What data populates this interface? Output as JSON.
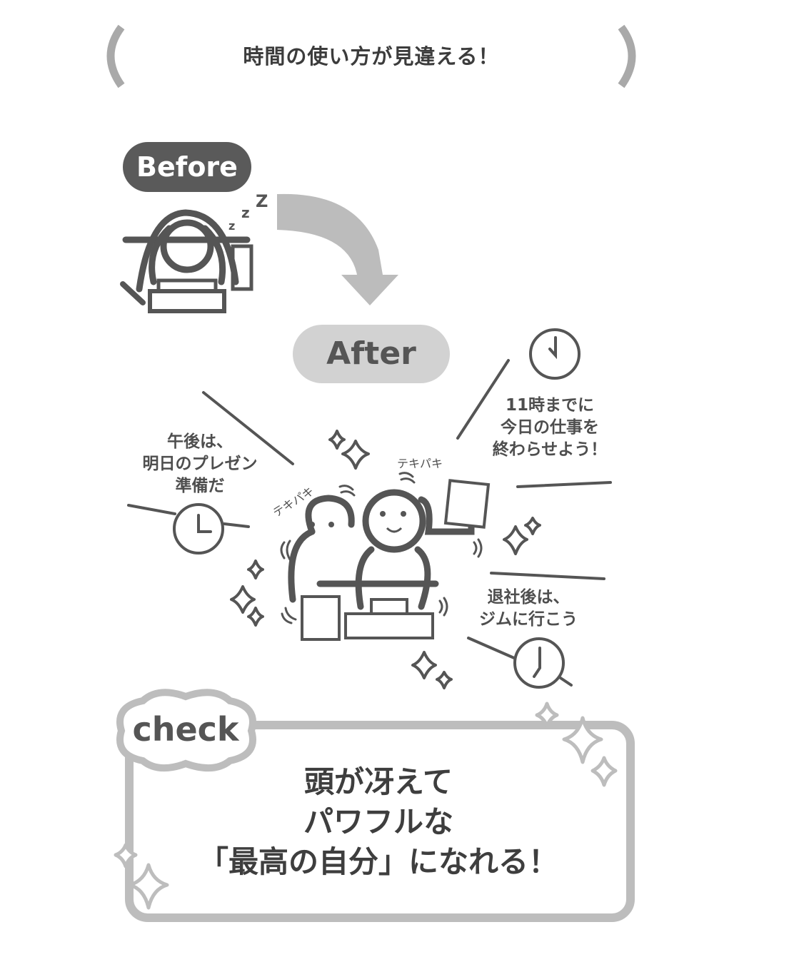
{
  "heading": {
    "text": "時間の使い方が見違える！"
  },
  "before": {
    "label": "Before",
    "sleep_marks": [
      "z",
      "z",
      "Z"
    ]
  },
  "after": {
    "label": "After"
  },
  "notes": {
    "morning": {
      "lines": [
        "11時までに",
        "今日の仕事を",
        "終わらせよう！"
      ],
      "clock_time": "11:00"
    },
    "afternoon": {
      "lines": [
        "午後は、",
        "明日のプレゼン",
        "準備だ"
      ],
      "clock_time": "3:00"
    },
    "evening": {
      "lines": [
        "退社後は、",
        "ジムに行こう"
      ],
      "clock_time": "7:00"
    }
  },
  "sound_effects": {
    "left": "テキパキ",
    "right": "テキパキ"
  },
  "check": {
    "badge": "check",
    "message_lines": [
      "頭が冴えて",
      "パワフルな",
      "「最高の自分」になれる！"
    ]
  },
  "colors": {
    "ink": "#4e4e4e",
    "before_pill": "#5a5a5a",
    "after_pill": "#d2d2d2",
    "frame": "#bdbdbd",
    "arrow": "#bcbcbc"
  }
}
